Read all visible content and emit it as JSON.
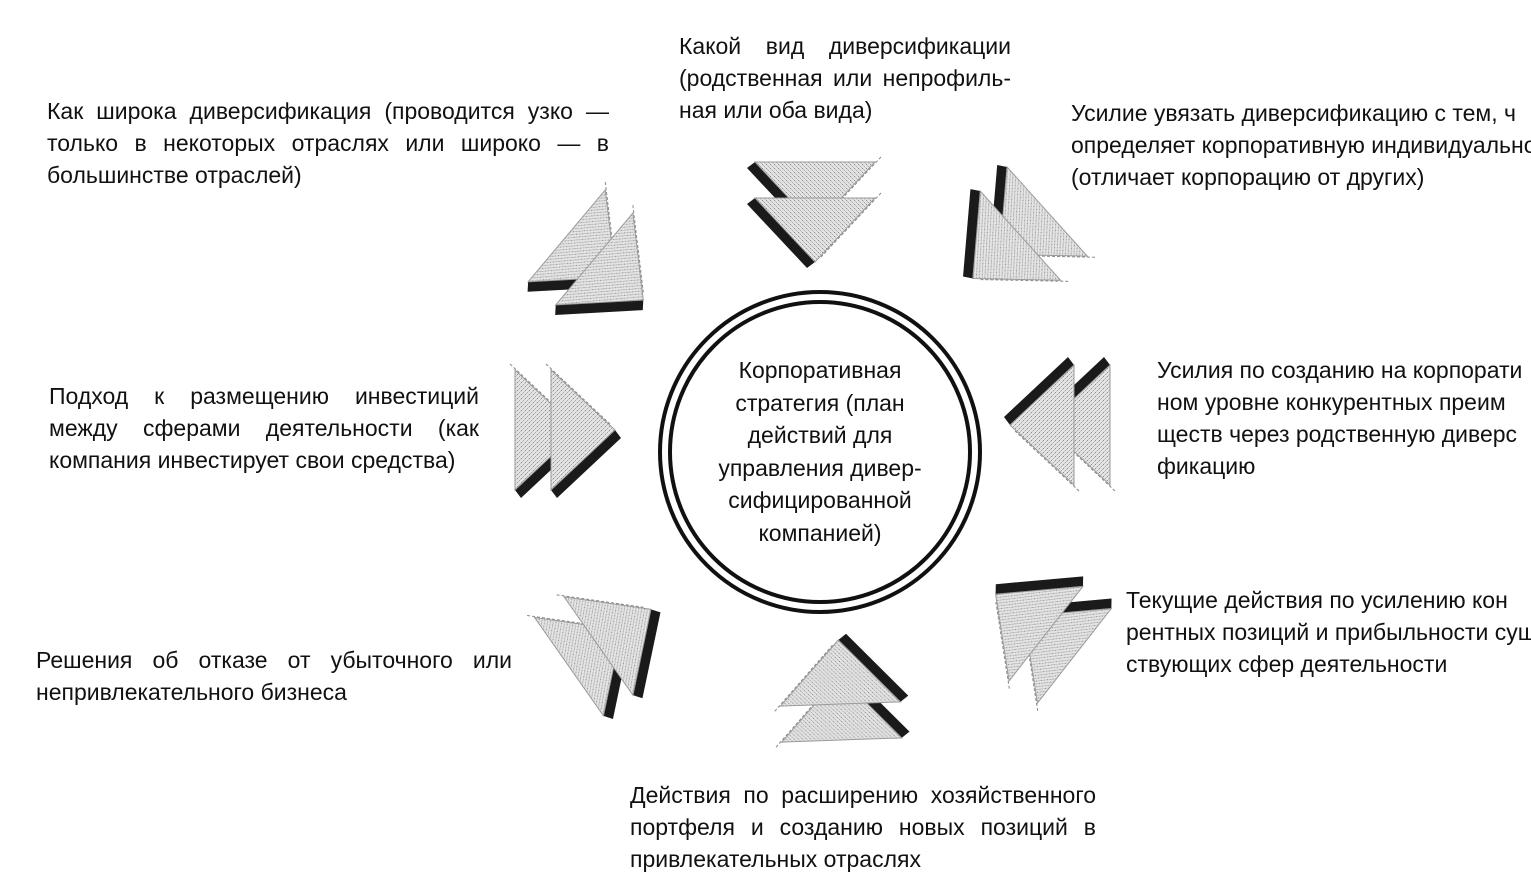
{
  "center": {
    "lines": [
      "Корпоративная",
      "стратегия (план",
      "действий для",
      "управления дивер-",
      "сифицированной",
      "компанией)"
    ]
  },
  "items": [
    {
      "id": "breadth",
      "lines": [
        "Как широка диверсификация (проводится узко —",
        "только в некоторых отраслях или широко — в",
        "большинстве отраслей)"
      ]
    },
    {
      "id": "type",
      "lines": [
        "Какой вид диверсификации",
        "(родственная или непрофиль-",
        "ная или оба вида)"
      ]
    },
    {
      "id": "identity",
      "lines": [
        "Усилие увязать диверсификацию с тем, ч",
        "определяет корпоративную индивидуально",
        "(отличает корпорацию от других)"
      ]
    },
    {
      "id": "advantage",
      "lines": [
        "Усилия по созданию на корпорати",
        "ном уровне конкурентных преим",
        "ществ через родственную диверс",
        "фикацию"
      ]
    },
    {
      "id": "current",
      "lines": [
        "Текущие действия по усилению кон",
        "рентных позиций и прибыльности суш",
        "ствующих сфер деятельности"
      ]
    },
    {
      "id": "expansion",
      "lines": [
        "Действия по расширению хозяйственного",
        "портфеля и созданию новых позиций в",
        "привлекательных отраслях"
      ]
    },
    {
      "id": "divest",
      "lines": [
        "Решения об отказе от убыточного или",
        "непривлекательного бизнеса"
      ]
    },
    {
      "id": "investment",
      "lines": [
        "Подход к размещению инвестиций",
        "между сферами деятельности (как",
        "компания инвестирует свои средства)"
      ]
    }
  ]
}
